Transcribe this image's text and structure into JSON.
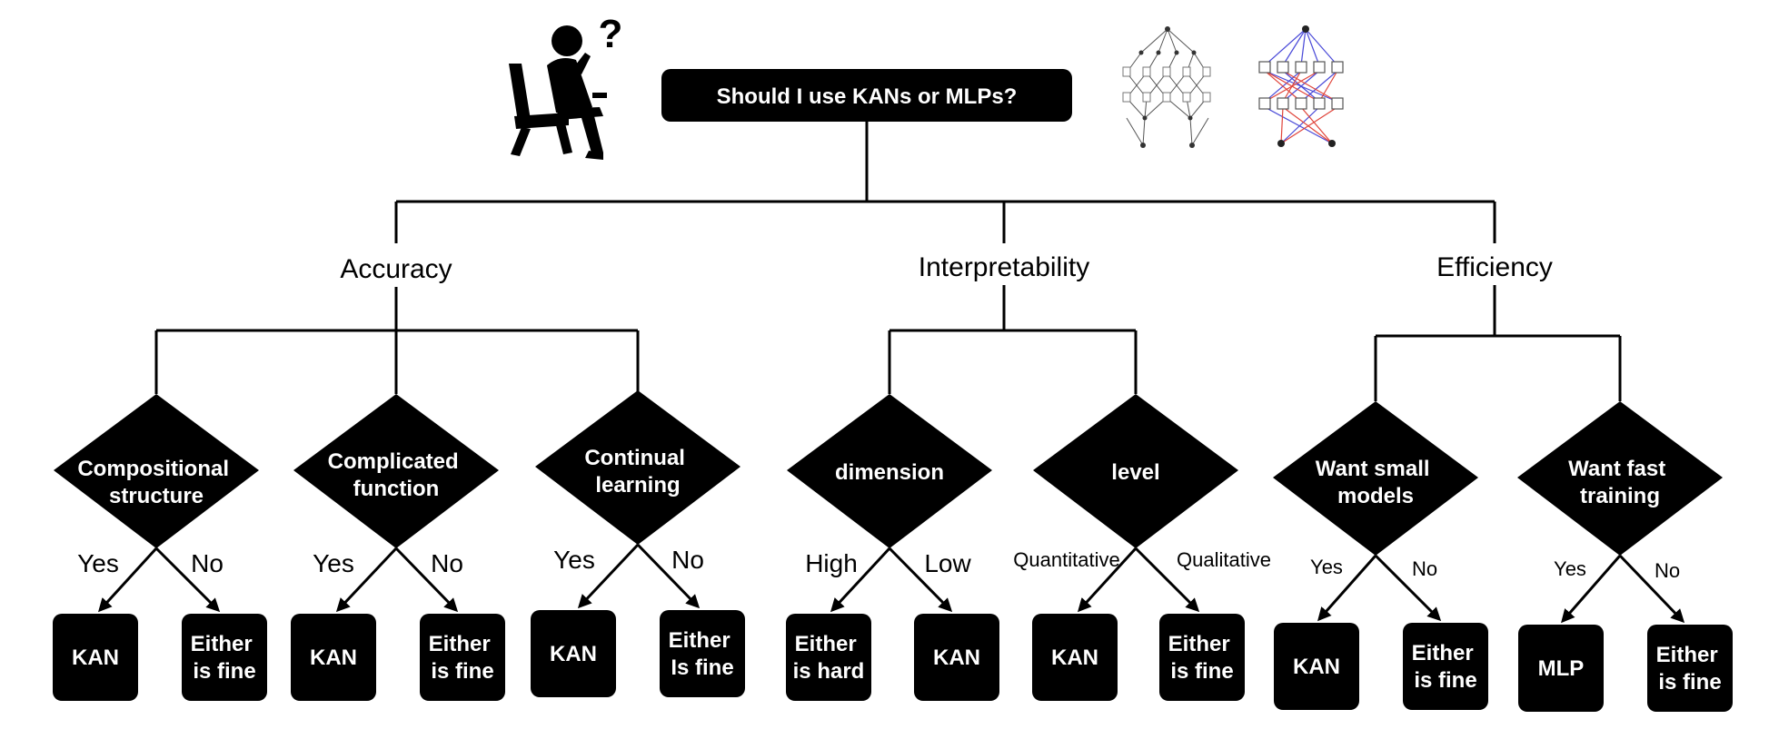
{
  "root": {
    "question": "Should I use KANs or MLPs?"
  },
  "categories": {
    "accuracy": "Accuracy",
    "interpretability": "Interpretability",
    "efficiency": "Efficiency"
  },
  "decisions": [
    {
      "id": "compositional",
      "lines": [
        "Compositional",
        "structure"
      ],
      "yes_label": "Yes",
      "no_label": "No",
      "yes_result": [
        "KAN"
      ],
      "no_result": [
        "Either",
        "is fine"
      ]
    },
    {
      "id": "complicated",
      "lines": [
        "Complicated",
        "function"
      ],
      "yes_label": "Yes",
      "no_label": "No",
      "yes_result": [
        "KAN"
      ],
      "no_result": [
        "Either",
        "is fine"
      ]
    },
    {
      "id": "continual",
      "lines": [
        "Continual",
        "learning"
      ],
      "yes_label": "Yes",
      "no_label": "No",
      "yes_result": [
        "KAN"
      ],
      "no_result": [
        "Either",
        "Is fine"
      ]
    },
    {
      "id": "dimension",
      "lines": [
        "dimension"
      ],
      "yes_label": "High",
      "no_label": "Low",
      "yes_result": [
        "Either",
        "is hard"
      ],
      "no_result": [
        "KAN"
      ]
    },
    {
      "id": "level",
      "lines": [
        "level"
      ],
      "yes_label": "Quantitative",
      "no_label": "Qualitative",
      "yes_result": [
        "KAN"
      ],
      "no_result": [
        "Either",
        "is fine"
      ]
    },
    {
      "id": "small-models",
      "lines": [
        "Want small",
        "models"
      ],
      "yes_label": "Yes",
      "no_label": "No",
      "yes_result": [
        "KAN"
      ],
      "no_result": [
        "Either",
        "is fine"
      ]
    },
    {
      "id": "fast-training",
      "lines": [
        "Want fast",
        "training"
      ],
      "yes_label": "Yes",
      "no_label": "No",
      "yes_result": [
        "MLP"
      ],
      "no_result": [
        "Either",
        "is fine"
      ]
    }
  ],
  "colors": {
    "node_fill": "#000000",
    "node_text": "#ffffff",
    "kan_red": "#e0443a",
    "kan_blue": "#4a4ad8"
  },
  "icons": [
    "thinking-person-icon",
    "question-mark-icon",
    "kan-network-icon",
    "mlp-network-icon"
  ]
}
